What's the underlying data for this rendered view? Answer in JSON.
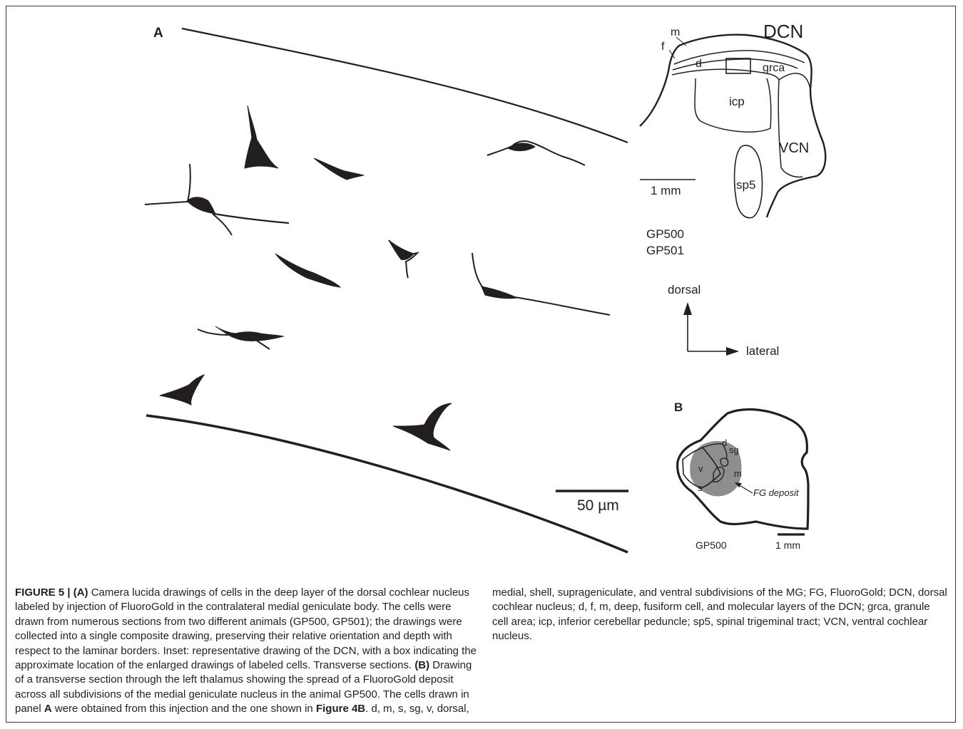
{
  "panel_a": {
    "label": "A",
    "scale_bar": "50 µm",
    "inset": {
      "title": "DCN",
      "layers": [
        "m",
        "f",
        "d",
        "grca"
      ],
      "structures": [
        "icp",
        "VCN",
        "sp5"
      ],
      "scale_bar": "1 mm",
      "animals": [
        "GP500",
        "GP501"
      ]
    },
    "orientation": {
      "dorsal": "dorsal",
      "lateral": "lateral"
    }
  },
  "panel_b": {
    "label": "B",
    "subdivisions": [
      "d",
      "sg",
      "v",
      "m",
      "s"
    ],
    "deposit": "FG deposit",
    "animal": "GP500",
    "scale_bar": "1 mm"
  },
  "caption": {
    "figure_label": "FIGURE 5 | ",
    "a_label": "(A)",
    "a_text": " Camera lucida drawings of cells in the deep layer of the dorsal cochlear nucleus labeled by injection of FluoroGold in the contralateral medial geniculate body. The cells were drawn from numerous sections from two different animals (GP500, GP501); the drawings were collected into a single composite drawing, preserving their relative orientation and depth with respect to the laminar borders. Inset: representative drawing of the DCN, with a box indicating the approximate location of the enlarged drawings of labeled cells. Transverse sections. ",
    "b_label": "(B)",
    "b_text_1": " Drawing of a transverse section through the left thalamus showing the spread of a FluoroGold deposit across all subdivisions of the medial geniculate nucleus in the animal GP500. The cells drawn in panel ",
    "panel_ref": "A",
    "b_text_2": " were obtained from this injection and the one shown in ",
    "figure_ref": "Figure 4B",
    "b_text_3": ". d, m, s, sg, v, dorsal, medial, shell, suprageniculate, and ventral subdivisions of the MG; FG, FluoroGold; DCN, dorsal cochlear nucleus; d, f, m, deep, fusiform cell, and molecular layers of the DCN; grca, granule cell area; icp, inferior cerebellar peduncle; sp5, spinal trigeminal tract; VCN, ventral cochlear nucleus."
  }
}
